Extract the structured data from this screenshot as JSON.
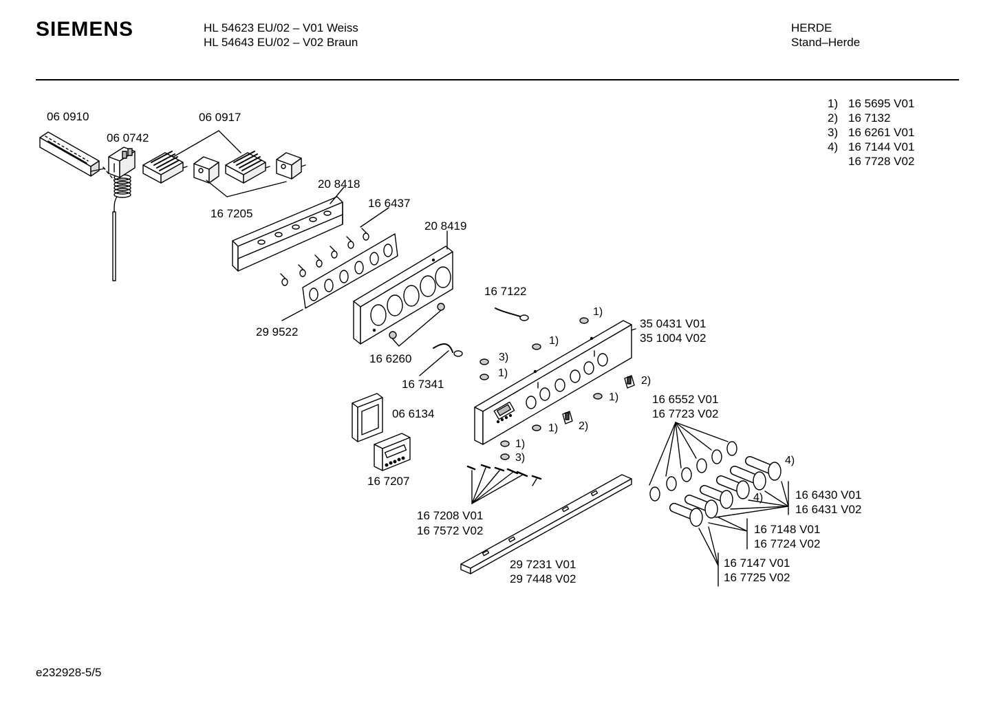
{
  "header": {
    "brand": "SIEMENS",
    "model_line_1": "HL 54623 EU/02 – V01 Weiss",
    "model_line_2": "HL 54643 EU/02 – V02 Braun",
    "category_line_1": "HERDE",
    "category_line_2": "Stand–Herde"
  },
  "footnotes": [
    {
      "mark": "1)",
      "code": "16 5695 V01"
    },
    {
      "mark": "2)",
      "code": "16 7132"
    },
    {
      "mark": "3)",
      "code": "16 6261 V01"
    },
    {
      "mark": "4)",
      "code": "16 7144 V01"
    },
    {
      "mark": "",
      "code": "16 7728 V02"
    }
  ],
  "part_labels": {
    "p060910": "06 0910",
    "p060742": "06 0742",
    "p060917": "06 0917",
    "p208418": "20 8418",
    "p167205": "16 7205",
    "p166437": "16 6437",
    "p208419": "20 8419",
    "p299522": "29 9522",
    "p167122": "16 7122",
    "p350431": "35 0431 V01",
    "p351004": "35 1004 V02",
    "p166260": "16 6260",
    "p167341": "16 7341",
    "p066134": "06 6134",
    "p167207": "16 7207",
    "p166552": "16 6552 V01",
    "p167723": "16 7723 V02",
    "p167208": "16 7208 V01",
    "p167572": "16 7572 V02",
    "p166430": "16 6430 V01",
    "p166431": "16 6431 V02",
    "p167148": "16 7148 V01",
    "p167724": "16 7724 V02",
    "p297231": "29 7231 V01",
    "p297448": "29 7448 V02",
    "p167147": "16 7147 V01",
    "p167725": "16 7725 V02"
  },
  "callouts": {
    "c1a": "1)",
    "c1b": "1)",
    "c1c": "1)",
    "c1d": "1)",
    "c1e": "1)",
    "c1f": "1)",
    "c2a": "2)",
    "c2b": "2)",
    "c3a": "3)",
    "c3b": "3)",
    "c4a": "4)",
    "c4b": "4)"
  },
  "footer": {
    "doc_id": "e232928-5/5"
  }
}
